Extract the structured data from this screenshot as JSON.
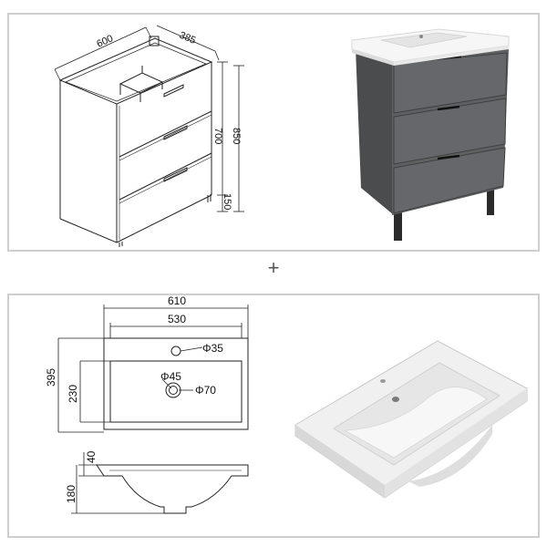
{
  "cabinet": {
    "width_label": "600",
    "depth_label": "385",
    "body_height_label": "700",
    "total_height_label": "850",
    "leg_height_label": "150"
  },
  "separator": "+",
  "basin": {
    "outer_width_label": "610",
    "inner_width_label": "530",
    "depth_label": "395",
    "bowl_depth_label": "230",
    "tap_hole_label": "Φ35",
    "drain_inner_label": "Φ45",
    "drain_outer_label": "Φ70",
    "rim_height_label": "40",
    "total_height_label": "180"
  },
  "colors": {
    "cabinet_gray": "#5e6062",
    "cabinet_gray_light": "#6c6e70",
    "basin_white": "#f4f4f4",
    "panel_border": "#cfcfcf"
  }
}
